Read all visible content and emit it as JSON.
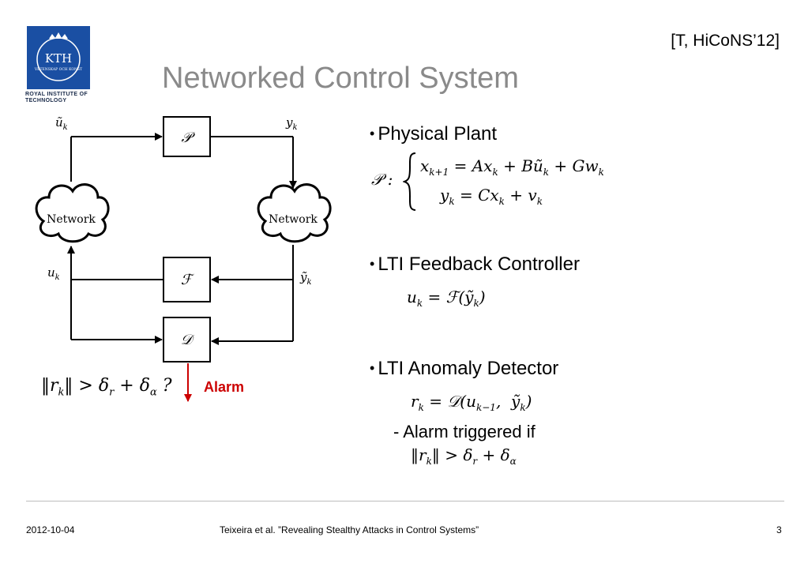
{
  "header": {
    "title": "Networked Control System",
    "reference": "[T, HiCoNS’12]",
    "logo_text": "KTH",
    "logo_subtext": "VETENSKAP OCH KONST",
    "institution": "ROYAL INSTITUTE OF TECHNOLOGY"
  },
  "diagram": {
    "plant_label": "𝒫",
    "controller_label": "ℱ",
    "detector_label": "𝒟",
    "network_left": "Network",
    "network_right": "Network",
    "u_tilde": "ũ",
    "u_tilde_sub": "k",
    "y": "y",
    "y_sub": "k",
    "u": "u",
    "u_sub": "k",
    "y_tilde": "ỹ",
    "y_tilde_sub": "k",
    "alarm_condition": "‖r",
    "alarm_condition_rest": "‖ > δ",
    "alarm_label": "Alarm"
  },
  "bullets": {
    "b1": "Physical Plant",
    "b2": "LTI Feedback Controller",
    "b3": "LTI Anomaly Detector",
    "sub3": "- Alarm triggered if"
  },
  "equations": {
    "plant_prefix": "𝒫 :",
    "plant_line1": "xk+1 = Axk + Bũk + Gwk",
    "plant_line2": "yk = Cxk + vk",
    "controller": "uk = ℱ(ỹk)",
    "detector": "rk = 𝒟(uk−1,  ỹk)",
    "condition": "‖rk‖ > δr + δα"
  },
  "footer": {
    "date": "2012-10-04",
    "citation": "Teixeira et al. ”Revealing Stealthy Attacks in Control Systems”",
    "page": "3"
  }
}
